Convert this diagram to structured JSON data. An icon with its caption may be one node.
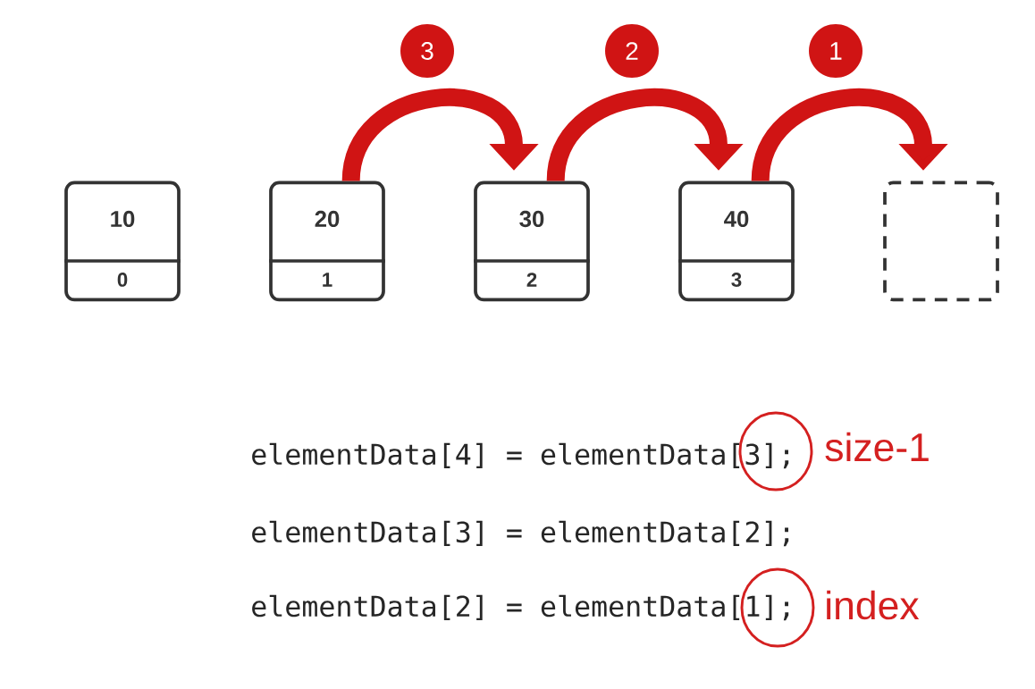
{
  "diagram": {
    "nodes": [
      {
        "text": [
          "3"
        ]
      },
      {
        "text": [
          "2"
        ]
      },
      {
        "text": [
          "1"
        ]
      },
      {
        "text": [
          "10",
          "0"
        ]
      },
      {
        "text": [
          "20",
          "1"
        ]
      },
      {
        "text": [
          "30",
          "2"
        ]
      },
      {
        "text": [
          "40",
          "3"
        ]
      },
      {
        "text": [],
        "shape": "box"
      },
      {
        "text": [],
        "shape": "circle"
      },
      {
        "text": [],
        "shape": "circle"
      }
    ],
    "edges": [
      {
        "from": 4,
        "to": 5,
        "arrow": "to"
      },
      {
        "from": 5,
        "to": 6,
        "arrow": "to"
      },
      {
        "from": 6,
        "to": 7,
        "arrow": "to"
      }
    ],
    "labels": [
      "elementData[4] = elementData[3];",
      "elementData[3] = elementData[2];",
      "elementData[2] = elementData[1];",
      "size-1",
      "index"
    ]
  }
}
